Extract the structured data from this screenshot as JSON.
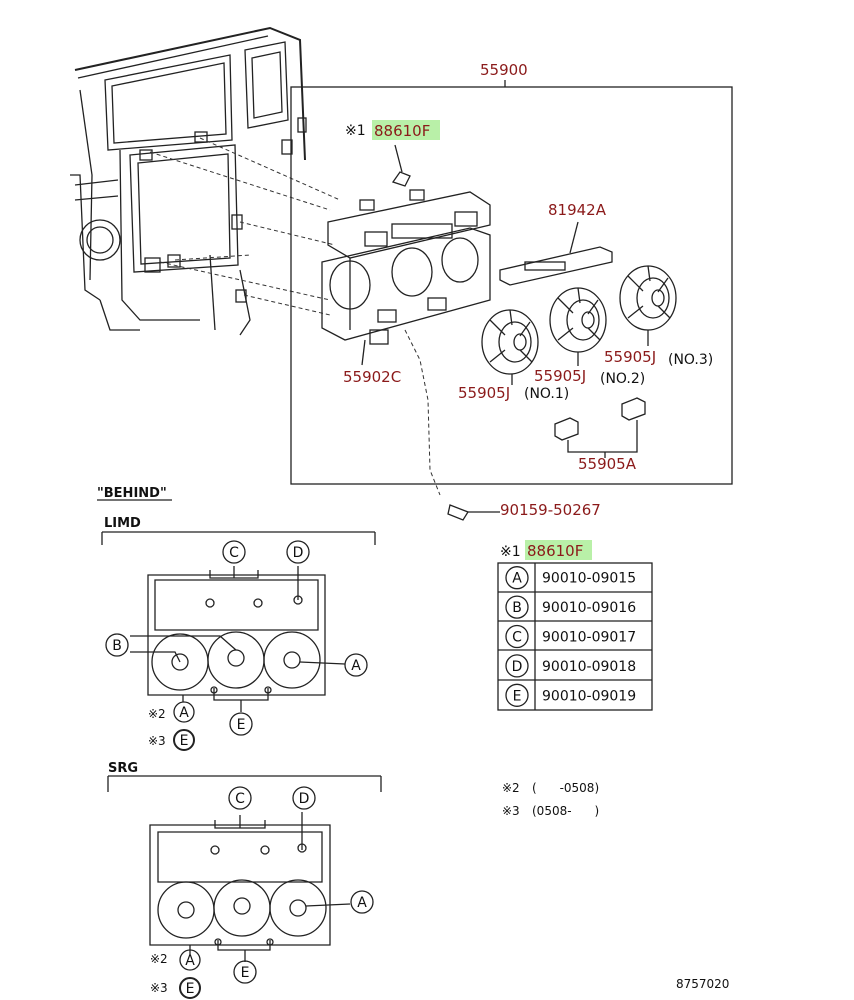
{
  "labels": {
    "assembly": "55900",
    "bulb_ref_mark": "※1",
    "bulb_part": "88610F",
    "panel_part": "81942A",
    "knob_part": "55905J",
    "no1": "(NO.1)",
    "no2": "(NO.2)",
    "no3": "(NO.3)",
    "panel_housing": "55902C",
    "clip_part": "55905A",
    "screw_part": "90159-50267",
    "legend_mark": "※1",
    "legend_part": "88610F"
  },
  "legend_table": [
    {
      "letter": "A",
      "part": "90010-09015"
    },
    {
      "letter": "B",
      "part": "90010-09016"
    },
    {
      "letter": "C",
      "part": "90010-09017"
    },
    {
      "letter": "D",
      "part": "90010-09018"
    },
    {
      "letter": "E",
      "part": "90010-09019"
    }
  ],
  "behind": {
    "title": "\"BEHIND\"",
    "section1": "LIMD",
    "section2": "SRG",
    "note2_mark": "※2",
    "note3_mark": "※3"
  },
  "notes": [
    {
      "mark": "※2",
      "text": "(      -0508)"
    },
    {
      "mark": "※3",
      "text": "(0508-      )"
    }
  ],
  "circle_letters": {
    "a": "A",
    "b": "B",
    "c": "C",
    "d": "D",
    "e": "E"
  },
  "diagram_code": "8757020",
  "colors": {
    "label_red": "#8b1a1a",
    "highlight_green": "#b9f0a8",
    "line": "#222222"
  }
}
